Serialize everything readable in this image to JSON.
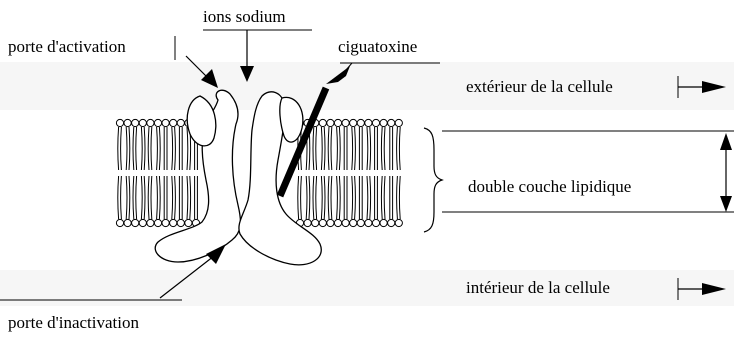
{
  "labels": {
    "ions": "ions sodium",
    "activation_gate": "porte d'activation",
    "inactivation_gate": "porte d'inactivation",
    "toxin": "ciguatoxine",
    "outside": "extérieur de la cellule",
    "bilayer": "double couche lipidique",
    "inside": "intérieur de la cellule"
  },
  "colors": {
    "line": "#000000",
    "background": "#ffffff",
    "band": "#f6f6f6"
  }
}
